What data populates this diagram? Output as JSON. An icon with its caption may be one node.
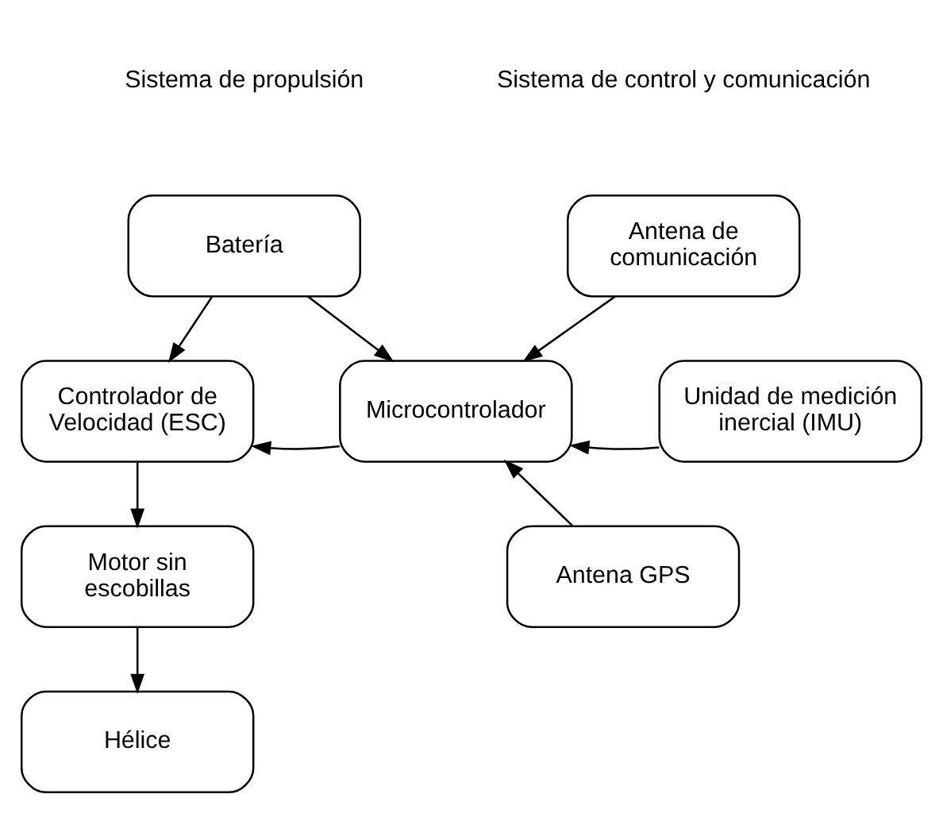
{
  "diagram": {
    "nodes": [
      {
        "text": [
          "Batería"
        ]
      },
      {
        "text": [
          "Controlador de Velocidad (ESC)"
        ]
      },
      {
        "text": [
          "Motor sin escobillas"
        ]
      },
      {
        "text": [
          "Hélice"
        ]
      },
      {
        "text": [
          "Microcontrolador"
        ]
      },
      {
        "text": [
          "Antena de comunicación"
        ]
      },
      {
        "text": [
          "Unidad de medición inercial (IMU)"
        ]
      },
      {
        "text": [
          "Antena GPS"
        ]
      }
    ],
    "edges": [
      {
        "from": 0,
        "to": 1,
        "arrow": "to"
      },
      {
        "from": 1,
        "to": 2,
        "arrow": "to"
      },
      {
        "from": 2,
        "to": 3,
        "arrow": "to"
      },
      {
        "from": 0,
        "to": 4,
        "arrow": "to"
      },
      {
        "from": 5,
        "to": 4,
        "arrow": "to"
      },
      {
        "from": 6,
        "to": 4,
        "arrow": "to"
      },
      {
        "from": 4,
        "to": 1,
        "arrow": "to"
      },
      {
        "from": 7,
        "to": 4,
        "arrow": "to"
      }
    ],
    "labels": [
      "Sistema de propulsión",
      "Sistema de control y comunicación"
    ]
  }
}
